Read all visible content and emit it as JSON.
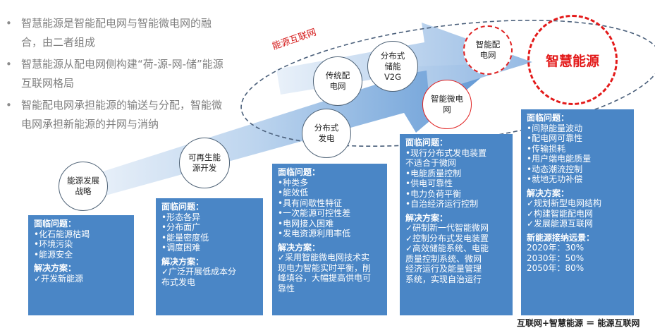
{
  "bullets": [
    "智慧能源是智能配电网与智能微电网的融合，由二者组成",
    "智慧能源从配电网侧构建“荷-源-网-储”能源互联网格局",
    "智能配电网承担能源的输送与分配，智能微电网承担新能源的并网与消纳"
  ],
  "network_label": "能源互联网",
  "circles": {
    "dev_strategy": [
      "能源发展",
      "战略"
    ],
    "renewable": [
      "可再生能",
      "源开发"
    ],
    "distributed_gen": [
      "分布式",
      "发电"
    ],
    "traditional_grid": [
      "传统配",
      "电网"
    ],
    "dist_storage": [
      "分布式",
      "储能",
      "V2G"
    ],
    "smart_microgrid": [
      "智能微电",
      "网"
    ],
    "smart_distgrid": [
      "智能配",
      "电网"
    ],
    "smart_energy": "智慧能源"
  },
  "boxes": [
    {
      "problem_title": "面临问题：",
      "problems": [
        "•化石能源枯竭",
        "•环境污染",
        "•能源安全"
      ],
      "solution_title": "解决方案：",
      "solutions": [
        "✓开发新能源"
      ]
    },
    {
      "problem_title": "面临问题：",
      "problems": [
        "•形态各异",
        "•分布面广",
        "•能量密度低",
        "•调度困难"
      ],
      "solution_title": "解决方案：",
      "solutions": [
        "✓广泛开展低成本分",
        "布式发电"
      ]
    },
    {
      "problem_title": "面临问题：",
      "problems": [
        "•种类多",
        "•能效低",
        "•具有间歇性特征",
        "•一次能源可控性差",
        "•电网接入困难",
        "•发电资源利用率低"
      ],
      "solution_title": "解决方案：",
      "solutions": [
        "✓采用智能微电网技术实",
        "现电力智能实时平衡，削",
        "峰填谷，大幅提高供电可",
        "靠性"
      ]
    },
    {
      "problem_title": "面临问题：",
      "problems": [
        "•现行分布式发电装置",
        "不适合于微网",
        "•电能质量控制",
        "•供电可靠性",
        "•电力负荷平衡",
        "•自治经济运行控制"
      ],
      "solution_title": "解决方案：",
      "solutions": [
        "✓研制新一代智能微网",
        "✓控制分布式发电装置",
        "✓高效储能系统、电能",
        "质量控制系统、微网",
        "经济运行及能量管理",
        "系统，实现自治运行"
      ]
    },
    {
      "problem_title": "面临问题：",
      "problems": [
        "•间隙能量波动",
        "•配电网可靠性",
        "•传输损耗",
        "•用户端电能质量",
        "•动态潮流控制",
        "•就地无功补偿"
      ],
      "solution_title": "解决方案：",
      "solutions": [
        "✓规划新型电网结构",
        "✓构建智能配电网",
        "✓发展能源互联网"
      ],
      "vision_title": "新能源接纳远景：",
      "vision": [
        "2020年：30%",
        "2030年：50%",
        "2050年：80%"
      ]
    }
  ],
  "footer": "互联网+智慧能源 ＝ 能源互联网",
  "colors": {
    "box_fill": "#4a86c6",
    "arrow_light": "#dbe8f6",
    "arrow_dark": "#6a9fd8",
    "accent_red": "#e31a1a",
    "ellipse_dash": "#4a5f7a",
    "bullet_text": "#7f7f7f"
  }
}
